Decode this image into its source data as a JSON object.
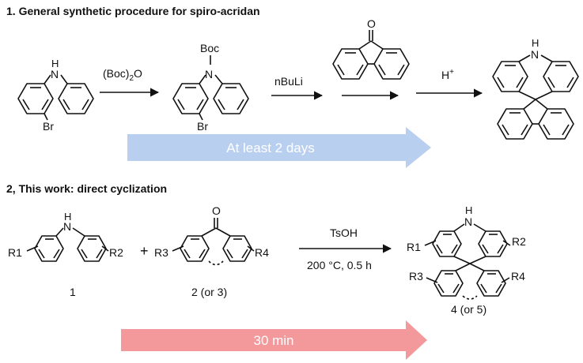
{
  "section1": {
    "title": "1. General synthetic procedure for spiro-acridan",
    "mol1": {
      "atom_n": "N",
      "atom_h": "H",
      "atom_br": "Br"
    },
    "mol2": {
      "atom_n": "N",
      "group_boc": "Boc",
      "atom_br": "Br"
    },
    "mol3": {
      "atom_o": "O"
    },
    "mol4": {
      "atom_n": "N",
      "atom_h": "H"
    },
    "reagent1": "(Boc)2O",
    "reagent2": "nBuLi",
    "reagent3": "H+",
    "bar": {
      "text": "At least 2 days",
      "color": "#b9cff0",
      "text_color": "#ffffff"
    }
  },
  "section2": {
    "title": "2, This work: direct cyclization",
    "compound1": {
      "atom_h": "H",
      "atom_n": "N",
      "r1": "R1",
      "r2": "R2",
      "label": "1"
    },
    "plus": "+",
    "compound2": {
      "atom_o": "O",
      "r3": "R3",
      "r4": "R4",
      "label": "2 (or 3)"
    },
    "reagent": "TsOH",
    "conditions": "200 °C, 0.5 h",
    "product": {
      "atom_h": "H",
      "atom_n": "N",
      "r1": "R1",
      "r2": "R2",
      "r3": "R3",
      "r4": "R4",
      "label": "4 (or 5)"
    },
    "bar": {
      "text": "30 min",
      "color": "#f3999b",
      "text_color": "#ffffff"
    }
  }
}
